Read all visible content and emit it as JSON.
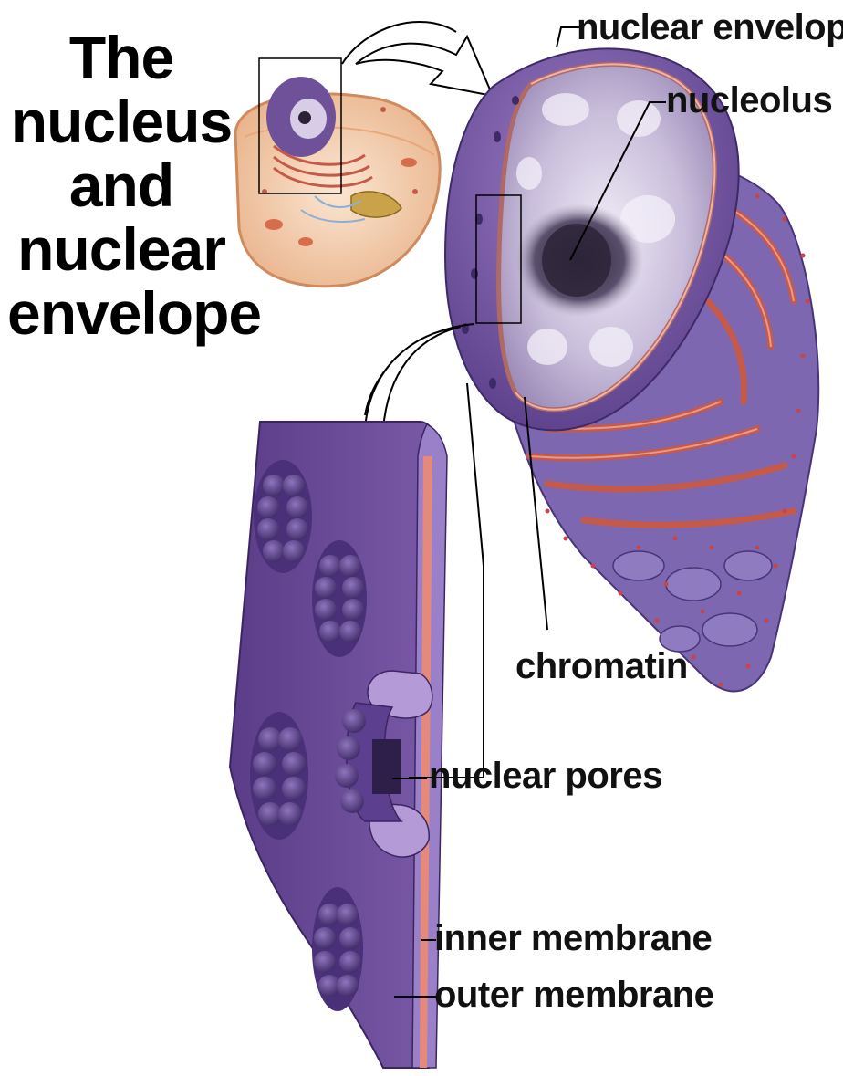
{
  "title": {
    "line1": "The",
    "line2": "nucleus",
    "line3": "and",
    "line4": "nuclear",
    "line5": "envelope"
  },
  "labels": {
    "nuclear_envelope": "nuclear envelope",
    "nucleolus": "nucleolus",
    "chromatin": "chromatin",
    "nuclear_pores": "nuclear pores",
    "inner_membrane": "inner membrane",
    "outer_membrane": "outer membrane"
  },
  "colors": {
    "nucleus_purple": "#7a5aa8",
    "membrane_pink": "#e58a7a",
    "er_red": "#c65a4a",
    "cell_peach": "#f2c9a6",
    "nucleoplasm": "#cfc4de"
  }
}
